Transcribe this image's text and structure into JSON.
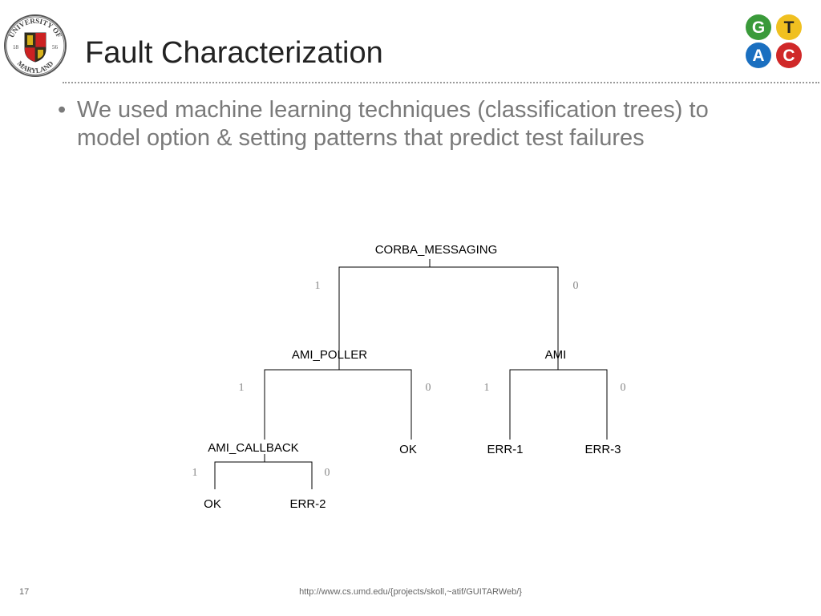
{
  "slide": {
    "title": "Fault Characterization",
    "bullet": "We used machine learning techniques (classification trees) to model option & setting patterns that predict test failures",
    "page_number": "17",
    "footer_url": "http://www.cs.umd.edu/{projects/skoll,~atif/GUITARWeb/}"
  },
  "logos": {
    "university_seal_text": "UNIVERSITY OF MARYLAND",
    "seal_year_left": "18",
    "seal_year_right": "56",
    "gtac": [
      "G",
      "T",
      "A",
      "C"
    ],
    "gtac_colors": [
      "#3a9a3a",
      "#f0c020",
      "#1a6fc0",
      "#d02828"
    ]
  },
  "tree": {
    "root": "CORBA_MESSAGING",
    "level1_left": "AMI_POLLER",
    "level1_right": "AMI",
    "level2_left": "AMI_CALLBACK",
    "leaf_poller_0": "OK",
    "leaf_ami_1": "ERR-1",
    "leaf_ami_0": "ERR-3",
    "leaf_callback_1": "OK",
    "leaf_callback_0": "ERR-2",
    "branch_true": "1",
    "branch_false": "0"
  }
}
